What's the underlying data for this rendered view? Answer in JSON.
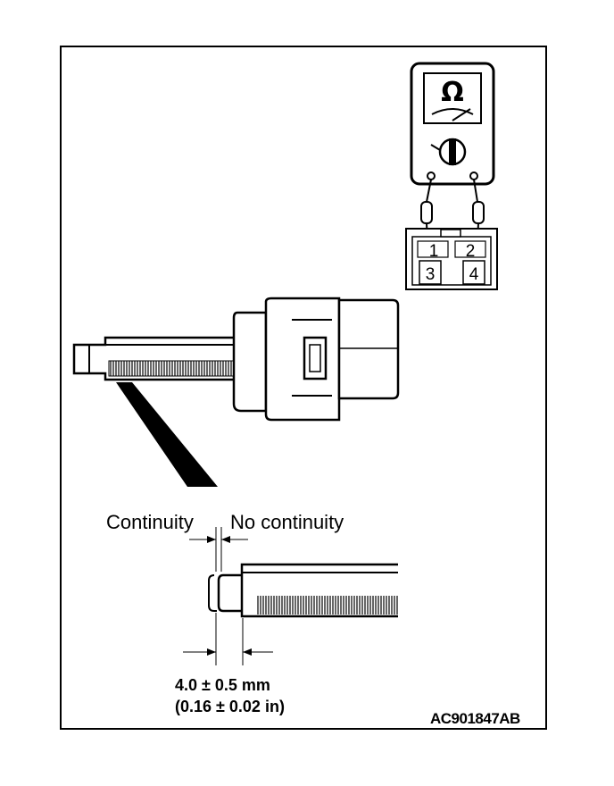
{
  "labels": {
    "continuity": "Continuity",
    "no_continuity": "No continuity",
    "dimension_mm": "4.0 ± 0.5 mm",
    "dimension_in": "(0.16 ± 0.02 in)",
    "figure_code": "AC901847AB"
  },
  "ohmmeter": {
    "symbol": "Ω"
  },
  "connector": {
    "terminals": [
      "1",
      "2",
      "3",
      "4"
    ]
  },
  "icons": [
    "ohmmeter-icon",
    "switch-body",
    "plunger-detail"
  ],
  "colors": {
    "line": "#000000",
    "background": "#ffffff"
  }
}
